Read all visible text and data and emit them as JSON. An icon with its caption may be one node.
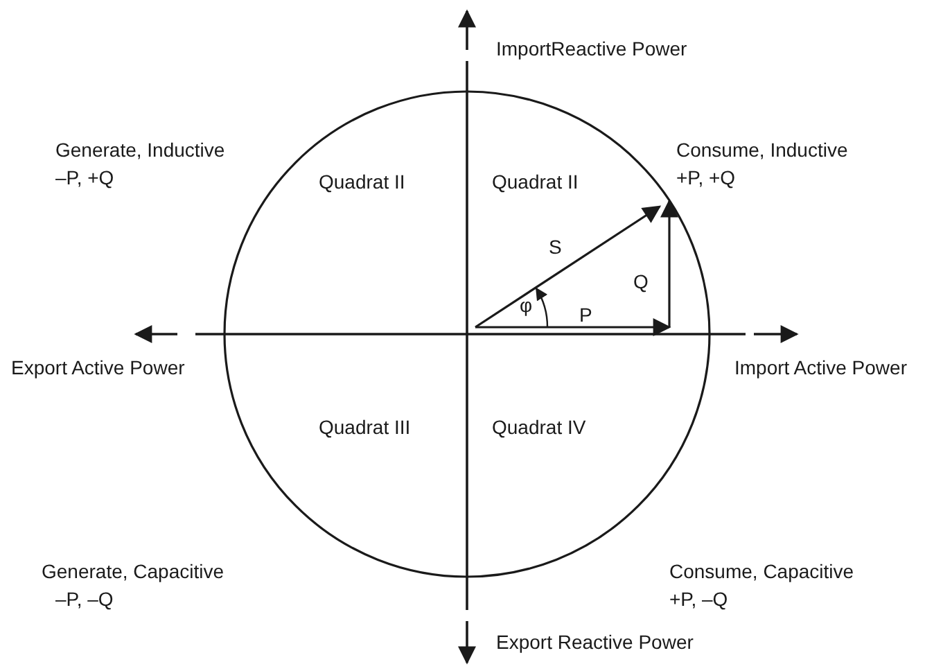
{
  "diagram": {
    "labels": [
      "ImportReactive Power",
      "Generate, Inductive",
      "Consume, Inductive",
      "–P, +Q",
      "Quadrat II",
      "Quadrat II",
      "+P, +Q",
      "S",
      "Q",
      "φ",
      "P",
      "Export Active Power",
      "Import Active Power",
      "Quadrat III",
      "Quadrat IV",
      "Generate, Capacitive",
      "Consume, Capacitive",
      "–P, –Q",
      "+P, –Q",
      "Export Reactive Power"
    ]
  }
}
